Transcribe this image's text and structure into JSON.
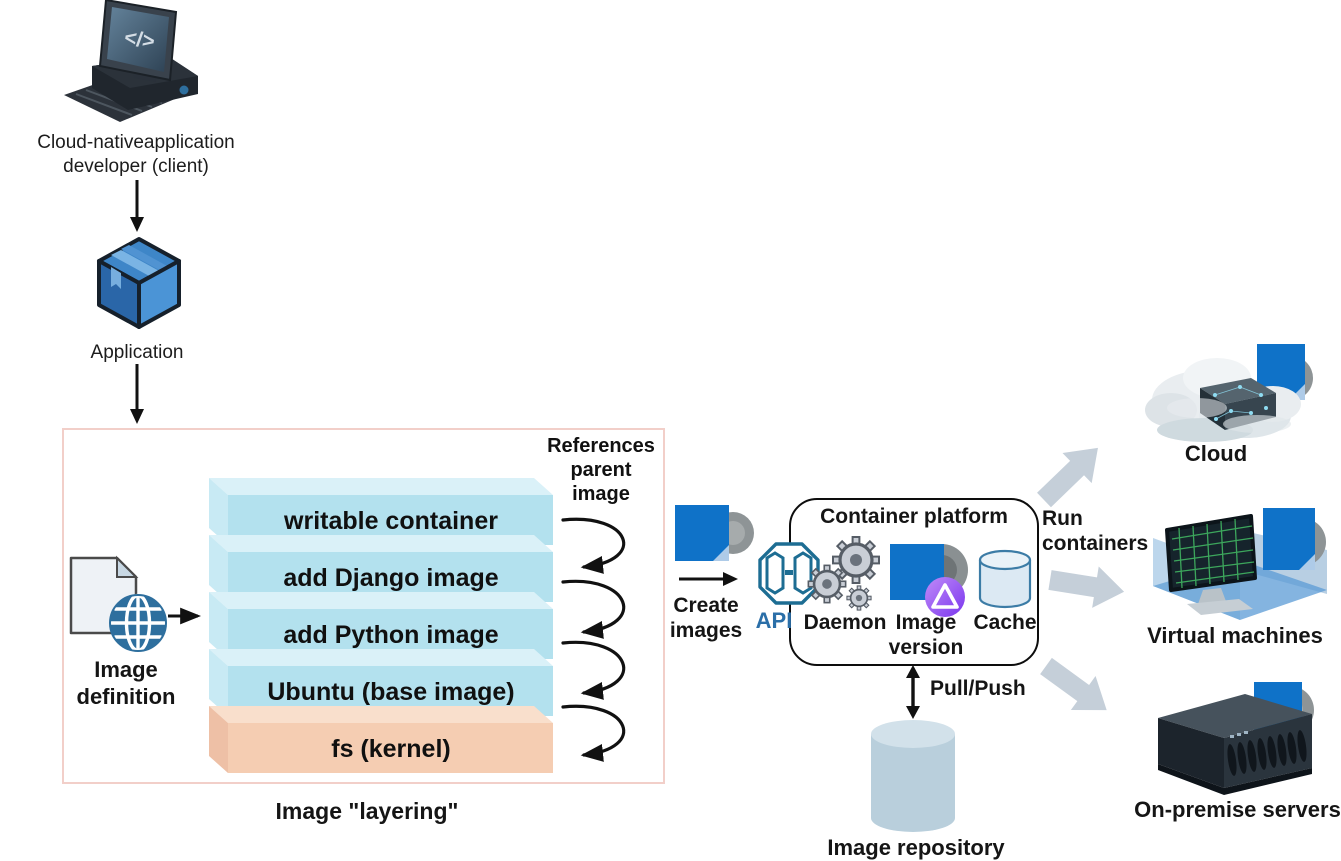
{
  "client": {
    "label": [
      "Cloud-nativeapplication",
      "developer (client)"
    ]
  },
  "application": {
    "label": "Application"
  },
  "layering": {
    "caption": "Image \"layering\"",
    "definition_label": [
      "Image",
      "definition"
    ],
    "references_label": [
      "References",
      "parent",
      "image"
    ],
    "layers": [
      "writable container",
      "add Django image",
      "add Python image",
      "Ubuntu (base image)",
      "fs (kernel)"
    ]
  },
  "create_images": {
    "label": [
      "Create",
      "images"
    ]
  },
  "platform": {
    "title": "Container platform",
    "api_label": "API",
    "daemon_label": "Daemon",
    "image_version_label": [
      "Image",
      "version"
    ],
    "cache_label": "Cache"
  },
  "repository": {
    "arrow_label": "Pull/Push",
    "label": "Image repository"
  },
  "run_containers_label": [
    "Run",
    "containers"
  ],
  "targets": {
    "cloud_label": "Cloud",
    "virtual_machines_label": "Virtual machines",
    "on_premise_label": "On-premise servers"
  },
  "colors": {
    "layer_front": "#b3e1ee",
    "layer_top": "#daf1f8",
    "layer_side": "#c8eaf4",
    "kernel_front": "#f5cdb2",
    "kernel_top": "#f9dfcc",
    "kernel_side": "#eec0a6",
    "box_border": "#f2cfc9",
    "image_blue": "#0f72c8",
    "api_blue": "#1d6d93",
    "run_arrow_gray": "#c5cfd9",
    "repository_fill": "#b9cfdc",
    "cache_stroke": "#3c7ca6",
    "purple_badge": "#8a46f0"
  }
}
